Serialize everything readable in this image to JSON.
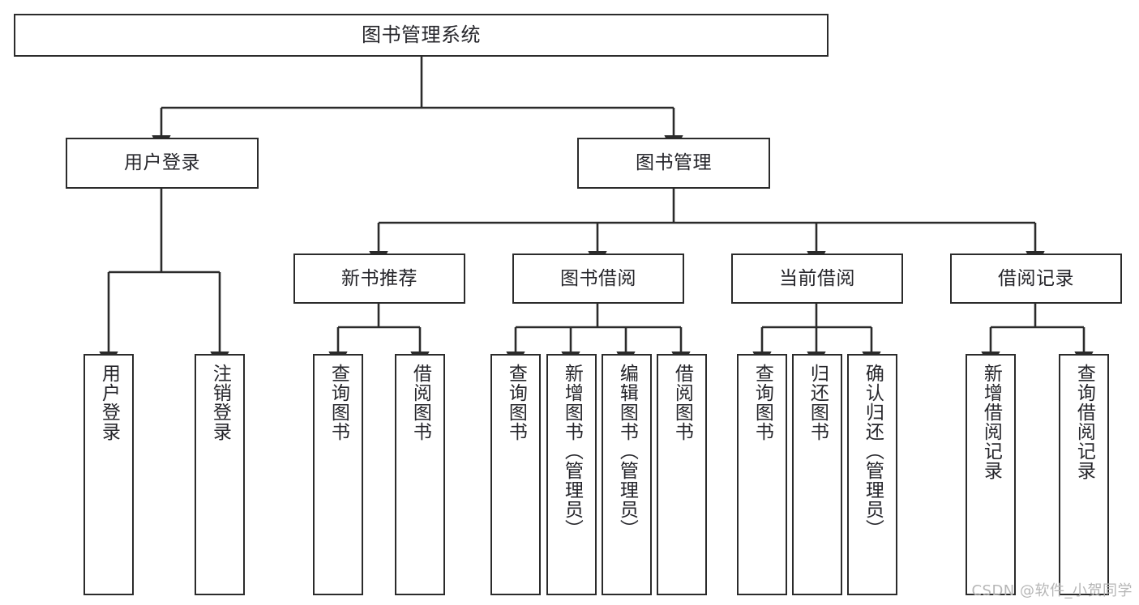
{
  "diagram": {
    "type": "tree",
    "title": "图书管理系统",
    "orientation": "top-down",
    "stroke_color": "#2b2b2b",
    "text_color": "#26262b",
    "background_color": "#ffffff"
  },
  "nodes": {
    "root": {
      "label": "图书管理系统",
      "level": 0
    },
    "l1": [
      {
        "id": "user-login",
        "label": "用户登录"
      },
      {
        "id": "book-manage",
        "label": "图书管理"
      }
    ],
    "l2": [
      {
        "id": "new-book-recommend",
        "label": "新书推荐"
      },
      {
        "id": "book-borrow",
        "label": "图书借阅"
      },
      {
        "id": "current-borrow",
        "label": "当前借阅"
      },
      {
        "id": "borrow-record",
        "label": "借阅记录"
      }
    ],
    "leaves": [
      {
        "id": "leaf-user-login",
        "label": "用户登录",
        "parent": "user-login"
      },
      {
        "id": "leaf-user-logout",
        "label": "注销登录",
        "parent": "user-login"
      },
      {
        "id": "leaf-query-book-1",
        "label": "查询图书",
        "parent": "new-book-recommend"
      },
      {
        "id": "leaf-borrow-book-1",
        "label": "借阅图书",
        "parent": "new-book-recommend"
      },
      {
        "id": "leaf-query-book-2",
        "label": "查询图书",
        "parent": "book-borrow"
      },
      {
        "id": "leaf-add-book",
        "label": "新增图书（管理员）",
        "parent": "book-borrow"
      },
      {
        "id": "leaf-edit-book",
        "label": "编辑图书（管理员）",
        "parent": "book-borrow"
      },
      {
        "id": "leaf-borrow-book-2",
        "label": "借阅图书",
        "parent": "book-borrow"
      },
      {
        "id": "leaf-query-book-3",
        "label": "查询图书",
        "parent": "current-borrow"
      },
      {
        "id": "leaf-return-book",
        "label": "归还图书",
        "parent": "current-borrow"
      },
      {
        "id": "leaf-confirm-return",
        "label": "确认归还（管理员）",
        "parent": "current-borrow"
      },
      {
        "id": "leaf-add-record",
        "label": "新增借阅记录",
        "parent": "borrow-record"
      },
      {
        "id": "leaf-query-record",
        "label": "查询借阅记录",
        "parent": "borrow-record"
      }
    ]
  },
  "watermark": {
    "text": "CSDN @软件_小贺同学"
  }
}
